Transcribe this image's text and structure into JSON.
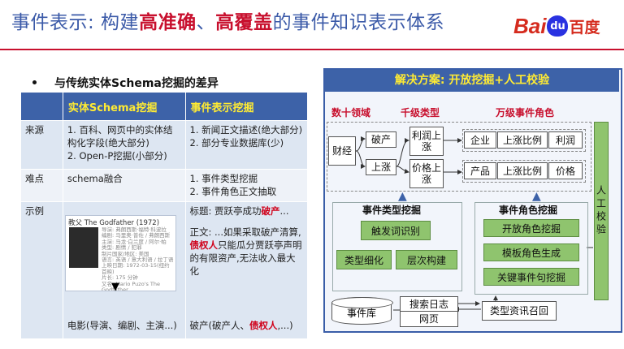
{
  "slide": {
    "title": {
      "part1": "事件表示: 构建",
      "hl1": "高准确",
      "sep": "、",
      "hl2": "高覆盖",
      "part2": "的事件知识表示体系"
    },
    "logo": {
      "bai": "Bai",
      "du": "du",
      "baidu_cn": "百度"
    },
    "bullet": "与传统实体Schema挖掘的差异"
  },
  "table": {
    "headers": [
      "",
      "实体Schema挖掘",
      "事件表示挖掘"
    ],
    "rows": [
      {
        "label": "来源",
        "col1": [
          "1. 百科、网页中的实体结构化字段(绝大部分)",
          "2. Open-P挖掘(小部分)"
        ],
        "col2": [
          "1. 新闻正文描述(绝大部分)",
          "2. 部分专业数据库(少)"
        ]
      },
      {
        "label": "难点",
        "col1": [
          "schema融合"
        ],
        "col2": [
          "1. 事件类型挖掘",
          "2. 事件角色正文抽取"
        ]
      },
      {
        "label": "示例",
        "col1_caption": "电影(导演、编剧、主演...)",
        "col2_a_pre": "标题: 贾跃亭成功",
        "col2_a_red": "破产",
        "col2_a_post": "...",
        "col2_b_pre": "正文: ...如果采取破产清算,",
        "col2_b_red": "债权人",
        "col2_b_post": "只能瓜分贾跃亭声明的有限资产,无法收入最大化",
        "col2_c_pre": "破产(破产人、",
        "col2_c_red": "债权人",
        "col2_c_post": ",...)"
      }
    ],
    "poster": {
      "title": "教父 The Godfather (1972)",
      "lines": [
        "导演: 弗朗西斯·福特·科波拉",
        "编剧: 马里奥·普佐 / 弗朗西斯",
        "主演: 马龙·白兰度 / 阿尔·帕",
        "类型: 剧情 / 犯罪",
        "制片国家/地区: 美国",
        "语言: 英语 / 意大利语 / 拉丁语",
        "上映日期: 1972-03-15(纽约首映)",
        "片长: 175 分钟",
        "又名: Mario Puzo's The Godfather"
      ]
    }
  },
  "panel": {
    "header": "解决方案: 开放挖掘+人工校验",
    "col_labels": [
      "数十领域",
      "千级类型",
      "万级事件角色"
    ],
    "root": "财经",
    "level1": [
      "破产",
      "上涨"
    ],
    "level2": [
      "利润上涨",
      "价格上涨"
    ],
    "roles_row1": [
      "企业",
      "上涨比例",
      "利润"
    ],
    "roles_row2": [
      "产品",
      "上涨比例",
      "价格"
    ],
    "manual_check": "人工校验",
    "type_mining": {
      "title": "事件类型挖掘",
      "trigger": "触发词识别",
      "refine": "类型细化",
      "hierarchy": "层次构建"
    },
    "role_mining": {
      "title": "事件角色挖掘",
      "open": "开放角色挖掘",
      "template": "模板角色生成",
      "key": "关键事件句挖掘"
    },
    "event_db": "事件库",
    "search_log": "搜索日志",
    "webpage": "网页",
    "recall": "类型资讯召回"
  }
}
